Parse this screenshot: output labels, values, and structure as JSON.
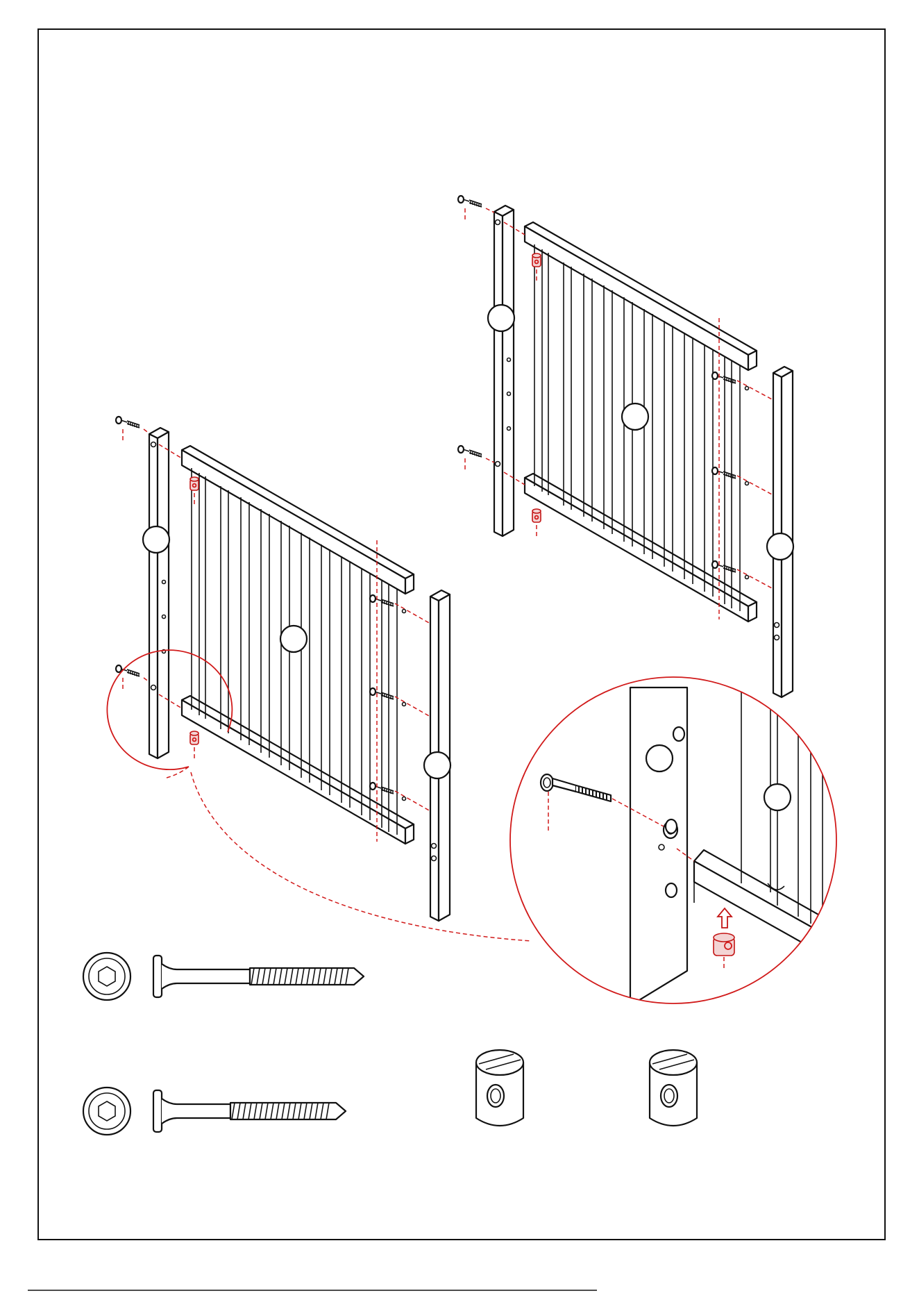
{
  "sheet": {
    "colors": {
      "line": "#111111",
      "accent": "#d11a1a",
      "paper": "#ffffff"
    }
  },
  "diagram": {
    "assemblies": [
      {
        "id": "front-panel",
        "bolts": 2,
        "barrel_nuts": 2,
        "side_bolts": 3
      },
      {
        "id": "back-panel",
        "bolts": 2,
        "barrel_nuts": 2,
        "side_bolts": 3
      }
    ],
    "parts": [
      {
        "id": "long-bolt",
        "icon": "hex-bolt-long-icon"
      },
      {
        "id": "short-bolt",
        "icon": "hex-bolt-short-icon"
      },
      {
        "id": "barrel-nut-a",
        "icon": "barrel-nut-icon"
      },
      {
        "id": "barrel-nut-b",
        "icon": "barrel-nut-icon"
      }
    ],
    "detail_icon": "magnifier-detail-icon"
  }
}
